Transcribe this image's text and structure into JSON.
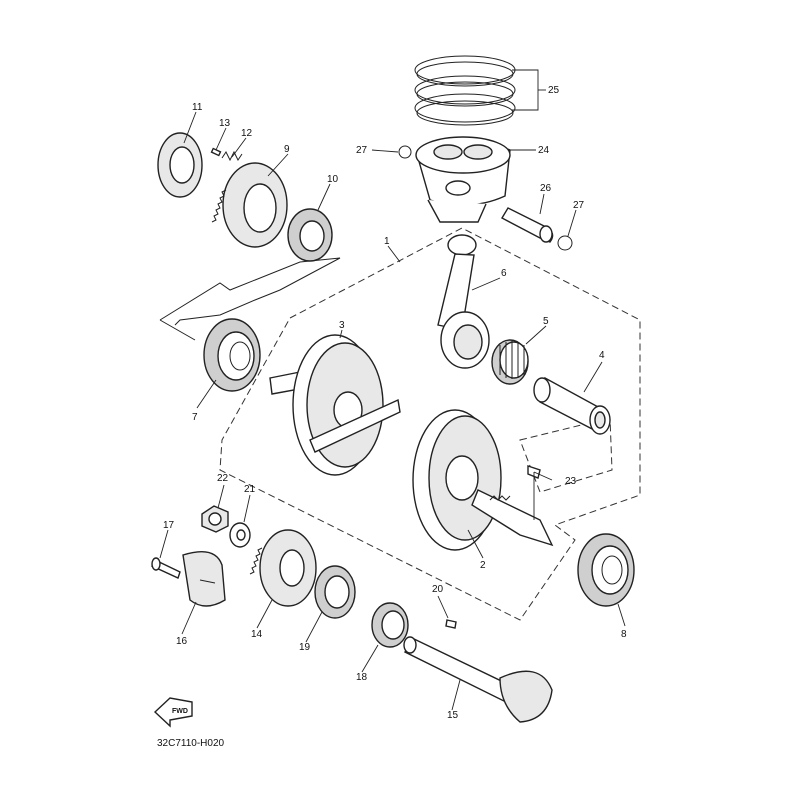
{
  "diagram_code": "32C7110-H020",
  "fwd_label": "FWD",
  "callouts": {
    "c1": "1",
    "c2": "2",
    "c3": "3",
    "c4": "4",
    "c5": "5",
    "c6": "6",
    "c7": "7",
    "c8": "8",
    "c9": "9",
    "c10": "10",
    "c11": "11",
    "c12": "12",
    "c13": "13",
    "c14": "14",
    "c15": "15",
    "c16": "16",
    "c17": "17",
    "c18": "18",
    "c19": "19",
    "c20": "20",
    "c21": "21",
    "c22": "22",
    "c23": "23",
    "c24": "24",
    "c25": "25",
    "c26": "26",
    "c27a": "27",
    "c27b": "27"
  }
}
